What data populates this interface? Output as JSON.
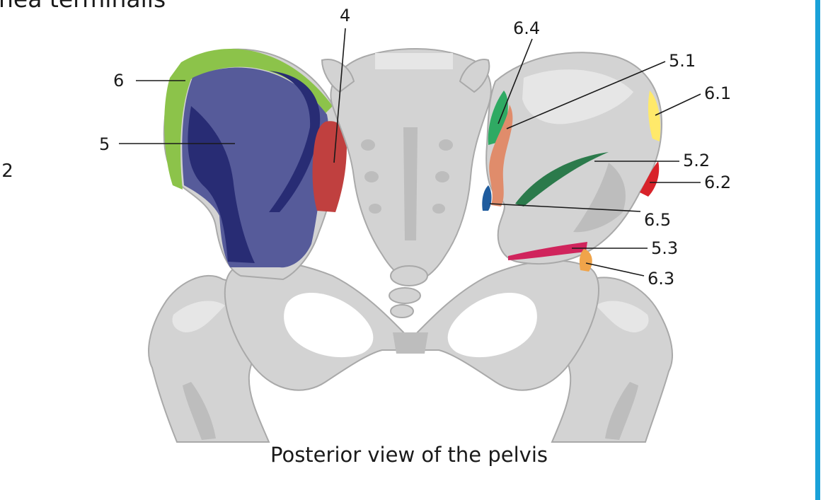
{
  "partial_text": {
    "top_left": "nea terminalis",
    "left_mid": ".2",
    "left_low": ")"
  },
  "caption": "Posterior view of the pelvis",
  "labels": {
    "l4": "4",
    "l5": "5",
    "l6": "6",
    "l5_1": "5.1",
    "l5_2": "5.2",
    "l5_3": "5.3",
    "l6_1": "6.1",
    "l6_2": "6.2",
    "l6_3": "6.3",
    "l6_4": "6.4",
    "l6_5": "6.5"
  },
  "colors": {
    "ilium_fossa": "#565b9a",
    "ilium_fossa_dark": "#282c74",
    "iliac_crest": "#8cc34a",
    "auricular_surface": "#c0403f",
    "iliac_tuberosity_line": "#e08c6b",
    "gluteal_line": "#2b7a4b",
    "crest_tubercle": "#ffe96a",
    "spine": "#d8232a",
    "inferior_line": "#d0245c",
    "ischial_spine": "#f0a44a",
    "posterior_superior": "#2faa63",
    "posterior_inferior": "#1f5c9e",
    "side_bar": "#1aa1d8"
  }
}
